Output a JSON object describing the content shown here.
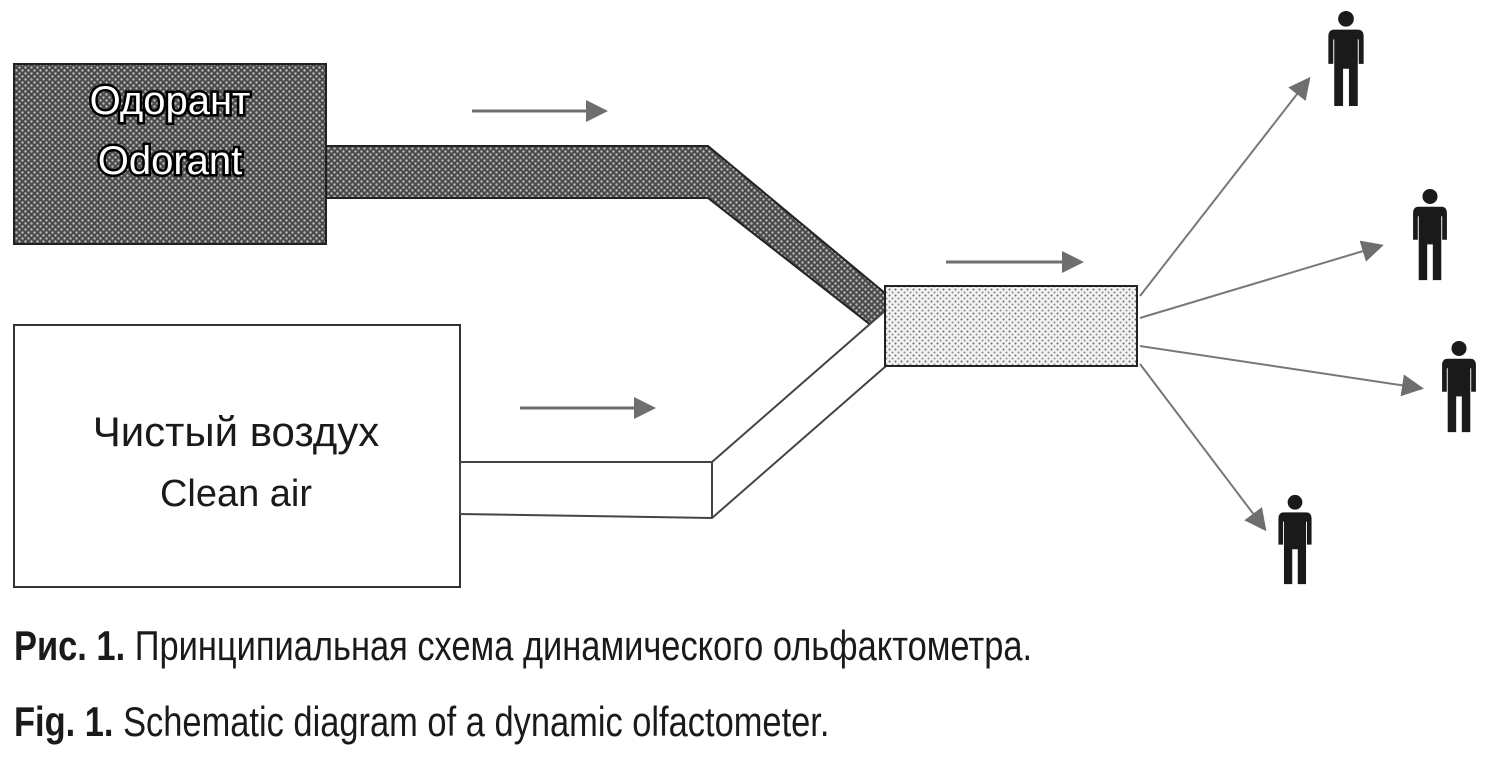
{
  "odorant_box": {
    "label_ru": "Одорант",
    "label_en": "Odorant"
  },
  "clean_air_box": {
    "label_ru": "Чистый воздух",
    "label_en": "Clean air"
  },
  "captions": {
    "ru_prefix": "Рис. 1.",
    "ru_text": "Принципиальная схема динамического ольфактометра.",
    "en_prefix": "Fig. 1.",
    "en_text": "Schematic diagram of a dynamic olfactometer."
  },
  "colors": {
    "odorant_fill": "#5a5a5a",
    "mixed_fill": "#cfcfcf",
    "clean_fill": "#ffffff",
    "arrow": "#6e6e6e",
    "person": "#1a1a1a"
  },
  "icons": [
    "flow-arrow-icon",
    "person-icon"
  ]
}
